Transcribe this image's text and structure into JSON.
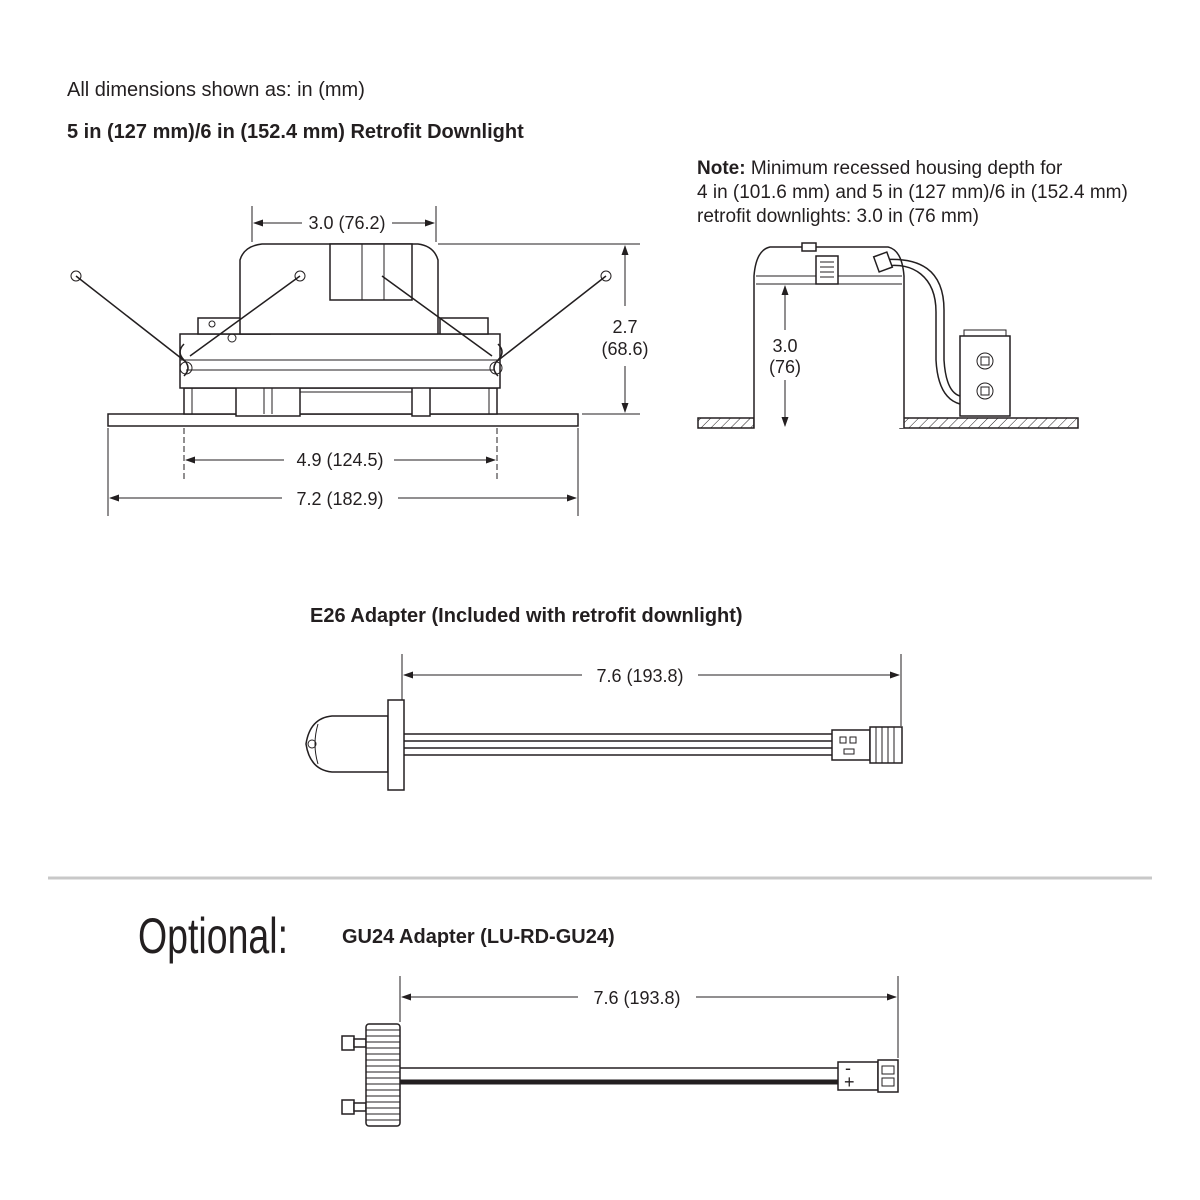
{
  "intro": "All dimensions shown as: in (mm)",
  "downlight": {
    "title": "5 in (127 mm)/6 in (152.4 mm) Retrofit Downlight",
    "dim_top": "3.0 (76.2)",
    "dim_height_in": "2.7",
    "dim_height_mm": "(68.6)",
    "dim_inner": "4.9 (124.5)",
    "dim_outer": "7.2 (182.9)"
  },
  "note": {
    "label": "Note:",
    "line1": " Minimum recessed housing depth for",
    "line2": "4 in (101.6 mm) and 5 in (127 mm)/6 in (152.4 mm)",
    "line3": "retrofit downlights: 3.0 in (76 mm)",
    "depth_in": "3.0",
    "depth_mm": "(76)"
  },
  "e26": {
    "title": "E26 Adapter (Included with retrofit downlight)",
    "length": "7.6 (193.8)"
  },
  "optional_label": "Optional:",
  "gu24": {
    "title": "GU24 Adapter (LU-RD-GU24)",
    "length": "7.6 (193.8)",
    "minus": "-",
    "plus": "+"
  },
  "colors": {
    "ink": "#231f20",
    "divider": "#c8c8c8"
  }
}
